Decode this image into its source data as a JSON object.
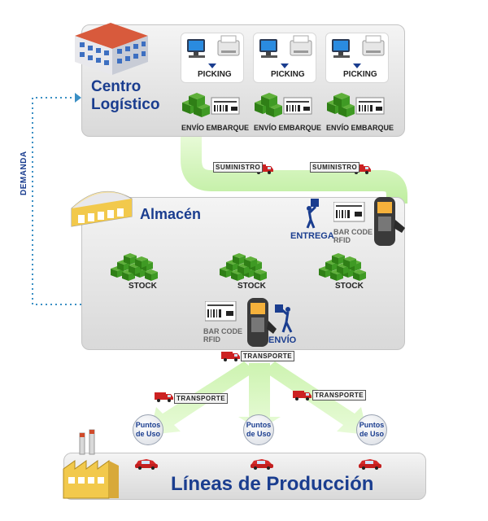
{
  "centro": {
    "title_line1": "Centro",
    "title_line2": "Logístico",
    "picking_labels": [
      "PICKING",
      "PICKING",
      "PICKING"
    ],
    "envio_labels": [
      "ENVÍO EMBARQUE",
      "ENVÍO EMBARQUE",
      "ENVÍO EMBARQUE"
    ]
  },
  "suministro_labels": [
    "SUMINISTRO",
    "SUMINISTRO"
  ],
  "almacen": {
    "title": "Almacén",
    "entrega_label": "ENTREGA",
    "barcode_top": "BAR CODE\nRFID",
    "stock_labels": [
      "STOCK",
      "STOCK",
      "STOCK"
    ],
    "barcode_bottom": "BAR CODE\nRFID",
    "envio_label": "ENVÍO"
  },
  "demanda_label": "DEMANDA",
  "transporte": {
    "center": "TRANSPORTE",
    "left": "TRANSPORTE",
    "right": "TRANSPORTE"
  },
  "puntos_de_uso": [
    "Puntos\nde Uso",
    "Puntos\nde Uso",
    "Puntos\nde Uso"
  ],
  "lineas": {
    "title": "Líneas de Producción"
  },
  "colors": {
    "title_blue": "#1a3d8f",
    "flow_green": "#cdf3b0",
    "box_green": "#2f7f16",
    "truck_red": "#cc2222",
    "demand_dots": "#3a8fc4"
  }
}
